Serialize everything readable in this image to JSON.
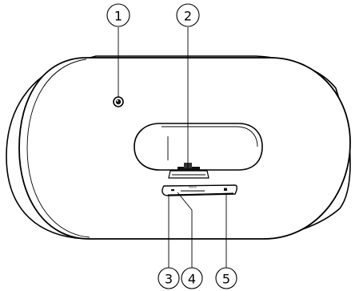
{
  "diagram": {
    "callouts": [
      {
        "id": "callout-1",
        "label": "1",
        "target": "top-indicator-hole"
      },
      {
        "id": "callout-2",
        "label": "2",
        "target": "dock-connector"
      },
      {
        "id": "callout-3",
        "label": "3",
        "target": "control-panel-left-button"
      },
      {
        "id": "callout-4",
        "label": "4",
        "target": "volume-slider"
      },
      {
        "id": "callout-5",
        "label": "5",
        "target": "control-panel-right-button"
      }
    ],
    "panel_text": "fidelio"
  }
}
